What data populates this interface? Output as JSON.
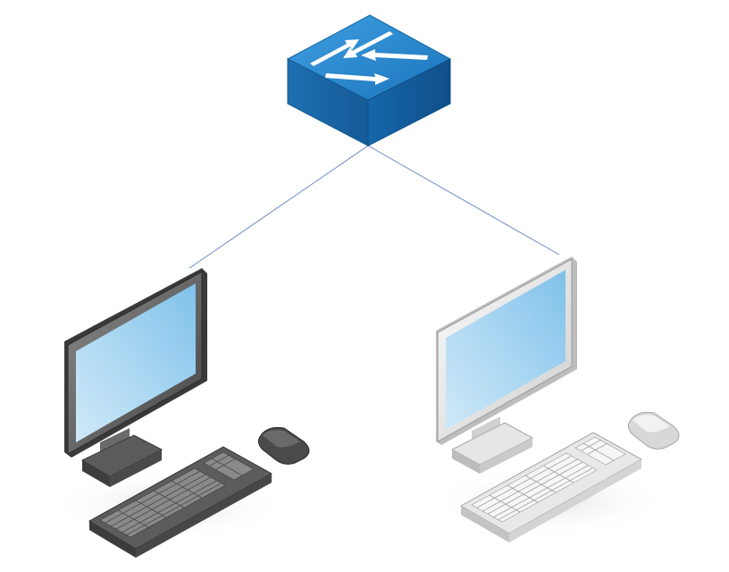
{
  "diagram": {
    "type": "network-topology",
    "nodes": [
      {
        "id": "switch",
        "kind": "network-switch",
        "icon": "network-switch-icon",
        "color": "#1f7fc4"
      },
      {
        "id": "pc-left",
        "kind": "desktop-computer",
        "icon": "desktop-computer-icon",
        "color": "#555555"
      },
      {
        "id": "pc-right",
        "kind": "desktop-computer",
        "icon": "desktop-computer-icon",
        "color": "#e4e4e4"
      }
    ],
    "links": [
      {
        "from": "switch",
        "to": "pc-left",
        "color": "#6a8ac4"
      },
      {
        "from": "switch",
        "to": "pc-right",
        "color": "#6a8ac4"
      }
    ]
  }
}
